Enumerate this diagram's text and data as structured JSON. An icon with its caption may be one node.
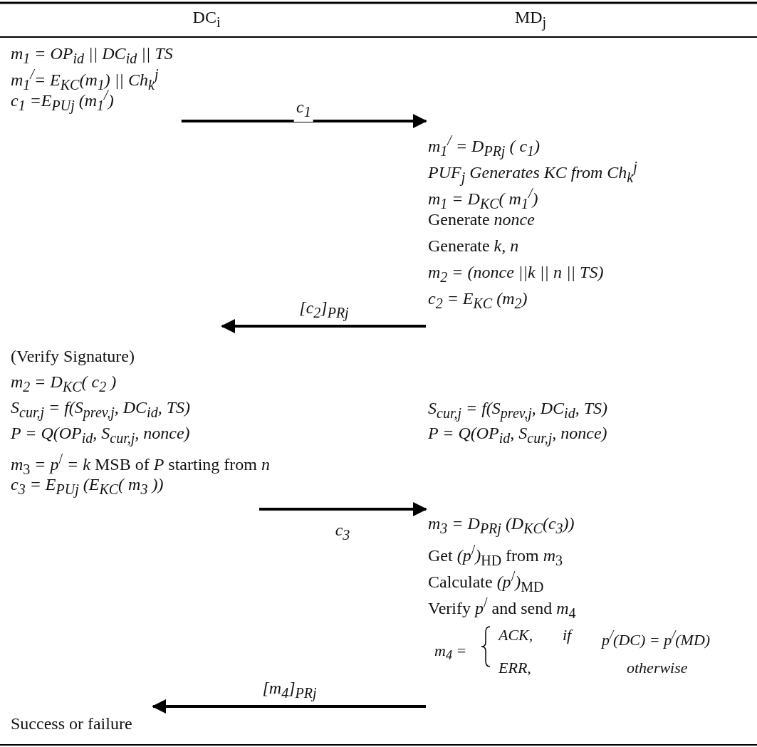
{
  "diagram": {
    "nodes": [
      {
        "text": [
          "m$_{1}$ = OP$_{id}$ || DC$_{id}$ || TS",
          "m$_{1}$$^{/}$= E$_{KC}$(m$_{1}$) || Ch$_{k}$$^{j}$",
          "c$_{1}$ =E$_{PUj}$ (m$_{1}$$^{/}$)"
        ]
      },
      {
        "text": [
          "m$_{1}$$^{/}$ = D$_{PRj}$ ( c$_{1}$)",
          "PUF$_{j}$ Generates KC from Ch$_{k}$$^{j}$",
          "m$_{1}$ = D$_{KC}$( m$_{1}$$^{/}$)",
          "Generate *nonce*",
          "Generate *k, n*",
          "m$_{2}$ = (nonce ||k || n || TS)",
          "c$_{2}$ = E$_{KC}$ (m$_{2}$)"
        ]
      },
      {
        "text": [
          "(Verify Signature)",
          "m$_{2}$ = D$_{KC}$( c$_{2}$ )",
          "S$_{cur,j}$ = f(S$_{prev,j}$, DC$_{id}$, TS)",
          "P = Q(OP$_{id}$, S$_{cur,j}$, nonce)",
          "*m*$_{3}$ *= p*$^{/}$ *= k* MSB of *P* starting from *n*",
          "c$_{3}$ = E$_{PUj}$ (E$_{KC}$( m$_{3}$ ))"
        ]
      },
      {
        "text": [
          "S$_{cur,j}$ = f(S$_{prev,j}$, DC$_{id}$, TS)",
          "P = Q(OP$_{id}$, S$_{cur,j}$, nonce)"
        ]
      },
      {
        "text": [
          "m$_{3}$ = D$_{PRj}$ (D$_{KC}$(c$_{3}$))",
          "Get *(p*$^{/}$*)*$_{HD}$ from *m*$_{3}$",
          "Calculate *(p*$^{/}$*)*$_{MD}$",
          "Verify *p*$^{/}$ and send *m*$_{4}$",
          "m$_{4}$ =",
          "ACK,",
          "if",
          "p$^{/}$(DC) = p$^{/}$(MD)",
          "ERR,",
          "otherwise"
        ]
      },
      {
        "text": [
          "Success or failure"
        ]
      }
    ],
    "edges": [
      {
        "from": 0,
        "to": 1,
        "arrow": "to",
        "label": "c$_{1}$"
      },
      {
        "from": 1,
        "to": 2,
        "arrow": "to",
        "label": "[c$_{2}$]$_{PRj}$"
      },
      {
        "from": 2,
        "to": 4,
        "arrow": "to",
        "label": "c$_{3}$"
      },
      {
        "from": 4,
        "to": 5,
        "arrow": "to",
        "label": "[m$_{4}$]$_{PRj}$"
      }
    ],
    "labels": [
      "DC$_{i}$",
      "MD$_{j}$"
    ]
  }
}
